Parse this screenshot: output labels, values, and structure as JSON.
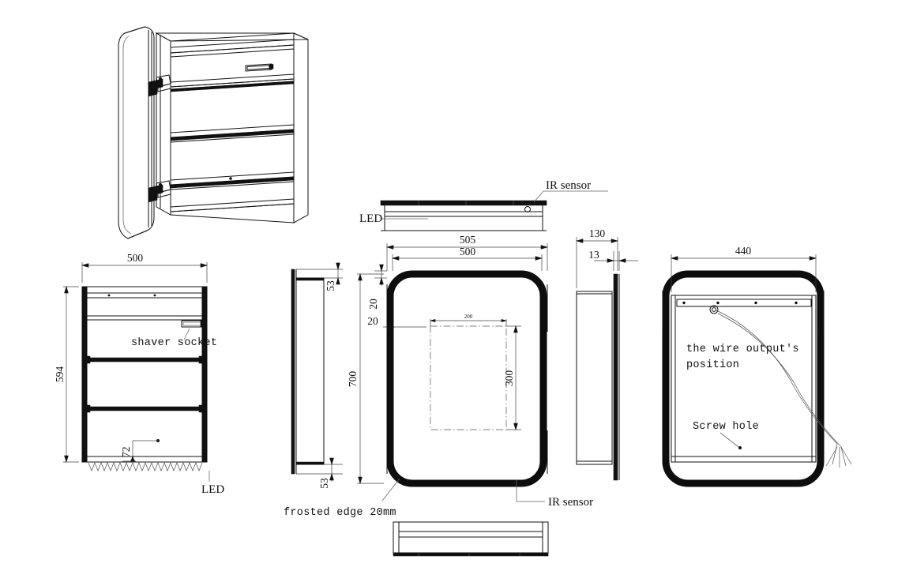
{
  "drawing": {
    "title": "LED bathroom mirror cabinet technical drawing",
    "units": "mm"
  },
  "views": {
    "isometric": {
      "name": "isometric-open-cabinet-view"
    },
    "interior_front": {
      "name": "interior-front-view",
      "dimensions": {
        "width": "500",
        "height": "594",
        "led_offset": "72"
      },
      "labels": {
        "shaver_socket": "shaver socket",
        "led": "LED"
      }
    },
    "left_side": {
      "name": "left-side-section-view",
      "dimensions": {
        "top_depth": "53",
        "bottom_depth": "53"
      }
    },
    "door_front": {
      "name": "mirror-door-front-view",
      "dimensions": {
        "outer_width": "505",
        "inner_width": "500",
        "height": "700",
        "edge_top": "20",
        "edge_left": "20",
        "sensor_area_width": "200",
        "sensor_area_height": "300"
      },
      "labels": {
        "frosted_edge": "frosted edge 20mm",
        "ir_sensor": "IR sensor"
      }
    },
    "right_side": {
      "name": "right-side-view",
      "dimensions": {
        "depth": "130",
        "door_thickness": "13"
      }
    },
    "top_view": {
      "name": "top-view",
      "labels": {
        "led": "LED",
        "ir_sensor": "IR sensor"
      }
    },
    "bottom_view": {
      "name": "bottom-view"
    },
    "back_view": {
      "name": "back-view",
      "dimensions": {
        "bracket_width": "440"
      },
      "labels": {
        "wire_output": "the wire output's",
        "wire_output_line2": "position",
        "screw_hole": "Screw hole"
      }
    }
  },
  "colors": {
    "line": "#111111",
    "frame": "#0d0d0d",
    "background": "#ffffff",
    "dimension_line": "#444444"
  }
}
